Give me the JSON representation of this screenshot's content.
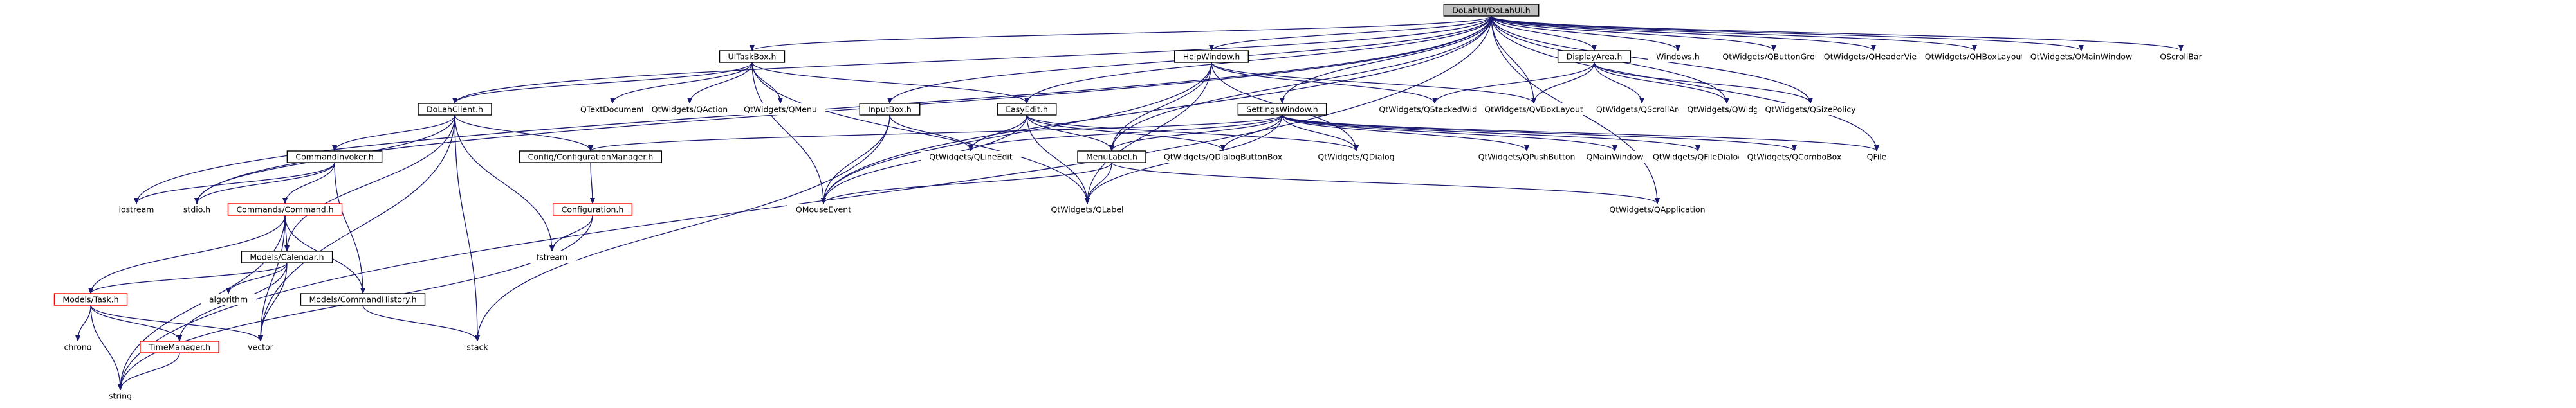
{
  "colors": {
    "background": "#ffffff",
    "edge": "#191970",
    "text": "#000000",
    "box_border": "#000000",
    "root_fill": "#bfbfbf",
    "box_fill": "#ffffff",
    "linked_border": "#ff0000"
  },
  "nodes": [
    {
      "id": "root",
      "label": "DoLahUI/DoLahUI.h",
      "style": "root"
    },
    {
      "id": "uitaskbox",
      "label": "UITaskBox.h",
      "style": "box"
    },
    {
      "id": "helpwindow",
      "label": "HelpWindow.h",
      "style": "box"
    },
    {
      "id": "displayarea",
      "label": "DisplayArea.h",
      "style": "box"
    },
    {
      "id": "windows",
      "label": "Windows.h",
      "style": "plain"
    },
    {
      "id": "qbuttongroup",
      "label": "QtWidgets/QButtonGroup",
      "style": "plain"
    },
    {
      "id": "qheaderview",
      "label": "QtWidgets/QHeaderView",
      "style": "plain"
    },
    {
      "id": "qhboxlayout",
      "label": "QtWidgets/QHBoxLayout",
      "style": "plain"
    },
    {
      "id": "qmainwindow_w",
      "label": "QtWidgets/QMainWindow",
      "style": "plain"
    },
    {
      "id": "qscrollbar",
      "label": "QScrollBar",
      "style": "plain"
    },
    {
      "id": "dolahclient",
      "label": "DoLahClient.h",
      "style": "box"
    },
    {
      "id": "qtextdocument",
      "label": "QTextDocument",
      "style": "plain"
    },
    {
      "id": "qaction",
      "label": "QtWidgets/QAction",
      "style": "plain"
    },
    {
      "id": "qmenu",
      "label": "QtWidgets/QMenu",
      "style": "plain"
    },
    {
      "id": "inputbox",
      "label": "InputBox.h",
      "style": "box"
    },
    {
      "id": "easyedit",
      "label": "EasyEdit.h",
      "style": "box"
    },
    {
      "id": "qstackedwidget",
      "label": "QtWidgets/QStackedWidget",
      "style": "plain"
    },
    {
      "id": "qvboxlayout",
      "label": "QtWidgets/QVBoxLayout",
      "style": "plain"
    },
    {
      "id": "qscrollarea",
      "label": "QtWidgets/QScrollArea",
      "style": "plain"
    },
    {
      "id": "qwidget",
      "label": "QtWidgets/QWidget",
      "style": "plain"
    },
    {
      "id": "qsizepolicy",
      "label": "QtWidgets/QSizePolicy",
      "style": "plain"
    },
    {
      "id": "settingswindow",
      "label": "SettingsWindow.h",
      "style": "box"
    },
    {
      "id": "commandinvoker",
      "label": "CommandInvoker.h",
      "style": "box"
    },
    {
      "id": "configmanager",
      "label": "Config/ConfigurationManager.h",
      "style": "box"
    },
    {
      "id": "qlineedit",
      "label": "QtWidgets/QLineEdit",
      "style": "plain"
    },
    {
      "id": "menulabel",
      "label": "MenuLabel.h",
      "style": "box"
    },
    {
      "id": "qdialogbuttonbox",
      "label": "QtWidgets/QDialogButtonBox",
      "style": "plain"
    },
    {
      "id": "qdialog",
      "label": "QtWidgets/QDialog",
      "style": "plain"
    },
    {
      "id": "qpushbutton",
      "label": "QtWidgets/QPushButton",
      "style": "plain"
    },
    {
      "id": "qmainwindow",
      "label": "QMainWindow",
      "style": "plain"
    },
    {
      "id": "qfiledialog",
      "label": "QtWidgets/QFileDialog",
      "style": "plain"
    },
    {
      "id": "qcombobox",
      "label": "QtWidgets/QComboBox",
      "style": "plain"
    },
    {
      "id": "qfile",
      "label": "QFile",
      "style": "plain"
    },
    {
      "id": "iostream",
      "label": "iostream",
      "style": "plain"
    },
    {
      "id": "stdio",
      "label": "stdio.h",
      "style": "plain"
    },
    {
      "id": "command",
      "label": "Commands/Command.h",
      "style": "linked"
    },
    {
      "id": "configuration",
      "label": "Configuration.h",
      "style": "linked"
    },
    {
      "id": "qmouseevent",
      "label": "QMouseEvent",
      "style": "plain"
    },
    {
      "id": "qlabel",
      "label": "QtWidgets/QLabel",
      "style": "plain"
    },
    {
      "id": "qapplication",
      "label": "QtWidgets/QApplication",
      "style": "plain"
    },
    {
      "id": "calendar",
      "label": "Models/Calendar.h",
      "style": "box"
    },
    {
      "id": "fstream",
      "label": "fstream",
      "style": "plain"
    },
    {
      "id": "task",
      "label": "Models/Task.h",
      "style": "linked"
    },
    {
      "id": "algorithm",
      "label": "algorithm",
      "style": "plain"
    },
    {
      "id": "commandhistory",
      "label": "Models/CommandHistory.h",
      "style": "box"
    },
    {
      "id": "chrono",
      "label": "chrono",
      "style": "plain"
    },
    {
      "id": "timemanager",
      "label": "TimeManager.h",
      "style": "linked"
    },
    {
      "id": "vector",
      "label": "vector",
      "style": "plain"
    },
    {
      "id": "stack",
      "label": "stack",
      "style": "plain"
    },
    {
      "id": "string",
      "label": "string",
      "style": "plain"
    }
  ],
  "edges": [
    [
      "root",
      "uitaskbox"
    ],
    [
      "root",
      "helpwindow"
    ],
    [
      "root",
      "displayarea"
    ],
    [
      "root",
      "windows"
    ],
    [
      "root",
      "qbuttongroup"
    ],
    [
      "root",
      "qheaderview"
    ],
    [
      "root",
      "qhboxlayout"
    ],
    [
      "root",
      "qmainwindow_w"
    ],
    [
      "root",
      "qscrollbar"
    ],
    [
      "root",
      "dolahclient"
    ],
    [
      "root",
      "inputbox"
    ],
    [
      "root",
      "easyedit"
    ],
    [
      "root",
      "settingswindow"
    ],
    [
      "root",
      "menulabel"
    ],
    [
      "root",
      "qvboxlayout"
    ],
    [
      "root",
      "qwidget"
    ],
    [
      "root",
      "qsizepolicy"
    ],
    [
      "root",
      "qfile"
    ],
    [
      "root",
      "qapplication"
    ],
    [
      "root",
      "iostream"
    ],
    [
      "root",
      "stdio"
    ],
    [
      "root",
      "string"
    ],
    [
      "root",
      "qmouseevent"
    ],
    [
      "uitaskbox",
      "dolahclient"
    ],
    [
      "uitaskbox",
      "qtextdocument"
    ],
    [
      "uitaskbox",
      "qaction"
    ],
    [
      "uitaskbox",
      "qmenu"
    ],
    [
      "uitaskbox",
      "easyedit"
    ],
    [
      "uitaskbox",
      "qlabel"
    ],
    [
      "uitaskbox",
      "qmouseevent"
    ],
    [
      "helpwindow",
      "qstackedwidget"
    ],
    [
      "helpwindow",
      "qvboxlayout"
    ],
    [
      "helpwindow",
      "menulabel"
    ],
    [
      "helpwindow",
      "qdialog"
    ],
    [
      "helpwindow",
      "qlabel"
    ],
    [
      "helpwindow",
      "qmouseevent"
    ],
    [
      "displayarea",
      "qstackedwidget"
    ],
    [
      "displayarea",
      "qvboxlayout"
    ],
    [
      "displayarea",
      "qscrollarea"
    ],
    [
      "displayarea",
      "qwidget"
    ],
    [
      "displayarea",
      "qsizepolicy"
    ],
    [
      "dolahclient",
      "commandinvoker"
    ],
    [
      "dolahclient",
      "configmanager"
    ],
    [
      "dolahclient",
      "calendar"
    ],
    [
      "dolahclient",
      "fstream"
    ],
    [
      "dolahclient",
      "stack"
    ],
    [
      "dolahclient",
      "vector"
    ],
    [
      "dolahclient",
      "stdio"
    ],
    [
      "inputbox",
      "qlineedit"
    ],
    [
      "inputbox",
      "qmouseevent"
    ],
    [
      "inputbox",
      "stack"
    ],
    [
      "easyedit",
      "qlineedit"
    ],
    [
      "easyedit",
      "menulabel"
    ],
    [
      "easyedit",
      "qdialogbuttonbox"
    ],
    [
      "easyedit",
      "qdialog"
    ],
    [
      "easyedit",
      "qlabel"
    ],
    [
      "easyedit",
      "qmouseevent"
    ],
    [
      "settingswindow",
      "configmanager"
    ],
    [
      "settingswindow",
      "menulabel"
    ],
    [
      "settingswindow",
      "qdialogbuttonbox"
    ],
    [
      "settingswindow",
      "qdialog"
    ],
    [
      "settingswindow",
      "qpushbutton"
    ],
    [
      "settingswindow",
      "qmainwindow"
    ],
    [
      "settingswindow",
      "qfiledialog"
    ],
    [
      "settingswindow",
      "qcombobox"
    ],
    [
      "settingswindow",
      "qfile"
    ],
    [
      "settingswindow",
      "qlabel"
    ],
    [
      "settingswindow",
      "qlineedit"
    ],
    [
      "menulabel",
      "qlabel"
    ],
    [
      "menulabel",
      "qmouseevent"
    ],
    [
      "menulabel",
      "qapplication"
    ],
    [
      "commandinvoker",
      "command"
    ],
    [
      "commandinvoker",
      "commandhistory"
    ],
    [
      "commandinvoker",
      "iostream"
    ],
    [
      "commandinvoker",
      "stdio"
    ],
    [
      "configmanager",
      "configuration"
    ],
    [
      "configuration",
      "fstream"
    ],
    [
      "configuration",
      "string"
    ],
    [
      "command",
      "calendar"
    ],
    [
      "command",
      "commandhistory"
    ],
    [
      "command",
      "task"
    ],
    [
      "command",
      "vector"
    ],
    [
      "command",
      "string"
    ],
    [
      "calendar",
      "task"
    ],
    [
      "calendar",
      "algorithm"
    ],
    [
      "calendar",
      "vector"
    ],
    [
      "calendar",
      "timemanager"
    ],
    [
      "commandhistory",
      "stack"
    ],
    [
      "task",
      "chrono"
    ],
    [
      "task",
      "timemanager"
    ],
    [
      "task",
      "vector"
    ],
    [
      "task",
      "string"
    ],
    [
      "timemanager",
      "string"
    ]
  ]
}
